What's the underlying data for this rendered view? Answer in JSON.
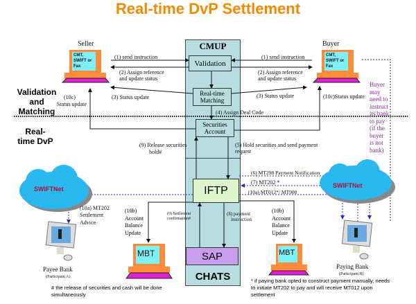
{
  "title": "Real-time DvP Settlement",
  "sections": {
    "validation": "Validation and Matching",
    "dvp": "Real-time DvP"
  },
  "cmup": {
    "label": "CMUP",
    "validation": "Validation",
    "matching": "Real-time Matching",
    "securities": "Securities Account"
  },
  "chats": {
    "label": "CHATS",
    "iftp": "IFTP",
    "sap": "SAP"
  },
  "seller": {
    "label": "Seller",
    "screen": "CMT, SWIFT or Fax"
  },
  "buyer": {
    "label": "Buyer",
    "screen": "CMT, SWIFT or Fax"
  },
  "steps": {
    "s1": "(1)  send instruction",
    "s2a": "(2) Assign reference",
    "s2b": "and update status",
    "s3": "(3) Status update",
    "s4": "(4) Assign Deal Code",
    "s5a": "(5) Hold securities and send payment",
    "s5b": "request",
    "s6": "(6) MT298 Payment Notification",
    "s7": "(7) MT202  *",
    "s10a_r": "(10a)  MT012*/ MT900",
    "s8a": "(8) payment",
    "s8b": "instruction",
    "s9a": "(9) Release securities",
    "s9b": "hold#",
    "s9c": "(9) Settlement",
    "s9d": "confirmation#",
    "s10a_l": [
      "(10a) MT202",
      "Settlement",
      "Advice"
    ],
    "s10b": [
      "(10b)",
      "Account",
      "Balance",
      "Update"
    ],
    "s10c_l": [
      "(10c)",
      "Status update"
    ],
    "s10c_r": "(10c)Status update"
  },
  "buyer_note": [
    "Buyer",
    "may",
    "need to",
    "instruct",
    "its bank",
    "to pay",
    "(if the",
    "buyer",
    "is not",
    "bank)"
  ],
  "swiftnet": "SWIFTNet",
  "mbt": "MBT",
  "payee": {
    "label": "Payee Bank",
    "sub": "(Participant A)"
  },
  "payer": {
    "label": "Paying Bank",
    "sub": "(Participant B)"
  },
  "notes": {
    "hash": [
      "# the release of  securities and cash will be done",
      "simultaneously"
    ],
    "star": [
      "* if paying bank opted to construct  payment manually, needs",
      "to initiate MT202 to pay and will receive MT012 upon",
      "settlement"
    ]
  }
}
